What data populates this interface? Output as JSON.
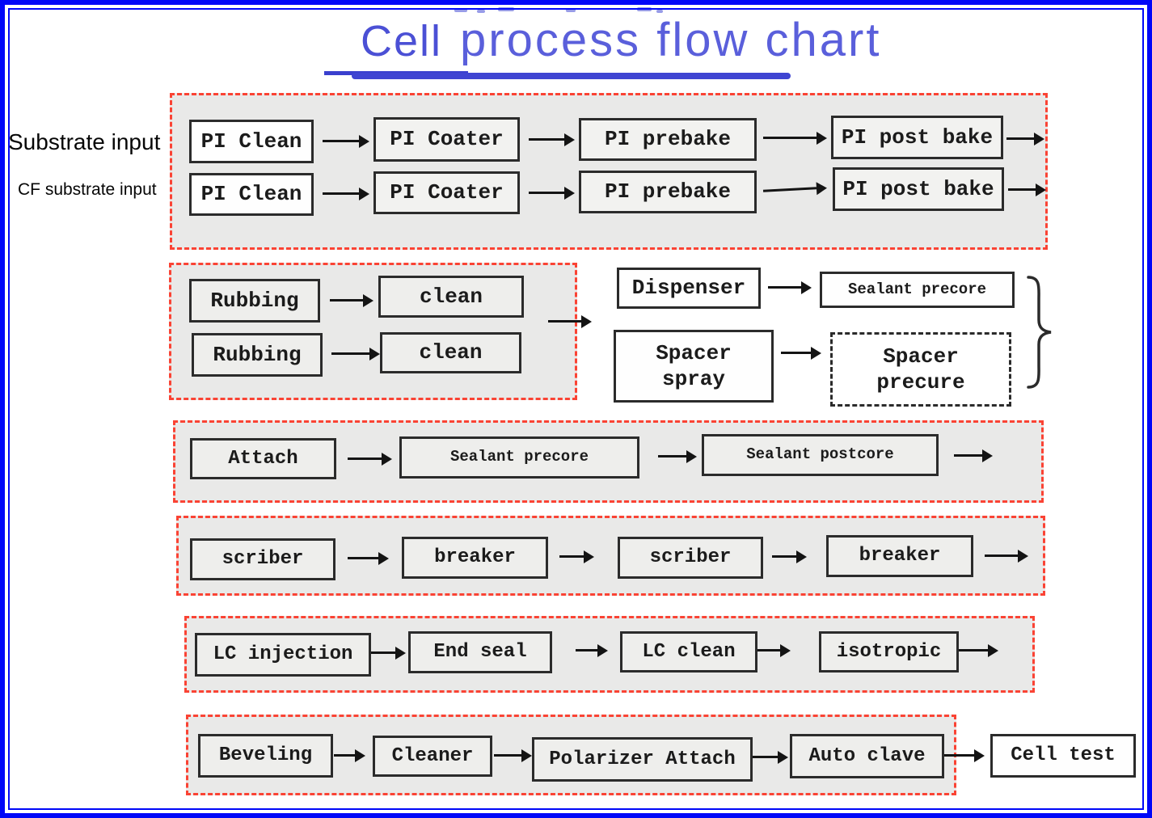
{
  "title": {
    "word1": "Cell",
    "word2": "process flow chart"
  },
  "side_labels": {
    "substrate": "Substrate input",
    "cf_substrate": "CF substrate input"
  },
  "pi_section": {
    "row1": [
      "PI Clean",
      "PI Coater",
      "PI prebake",
      "PI post bake"
    ],
    "row2": [
      "PI Clean",
      "PI Coater",
      "PI prebake",
      "PI post bake"
    ]
  },
  "rubbing_section": {
    "row1": [
      "Rubbing",
      "clean"
    ],
    "row2": [
      "Rubbing",
      "clean"
    ]
  },
  "seal_group": {
    "dispenser": "Dispenser",
    "sealant_precure": "Sealant precore",
    "spacer_spray": [
      "Spacer",
      "spray"
    ],
    "spacer_precure": [
      "Spacer",
      "precure"
    ]
  },
  "attach_section": [
    "Attach",
    "Sealant precore",
    "Sealant postcore"
  ],
  "scribe_section": [
    "scriber",
    "breaker",
    "scriber",
    "breaker"
  ],
  "lc_section": [
    "LC injection",
    "End seal",
    "LC clean",
    "isotropic"
  ],
  "final_section": [
    "Beveling",
    "Cleaner",
    "Polarizer Attach",
    "Auto clave"
  ],
  "cell_test": "Cell test",
  "colors": {
    "frame_blue": "#0007f8",
    "title_blue": "#5a5fdb",
    "underline_blue": "#3f45d2",
    "section_red": "#fa4334",
    "section_bg": "#e9e9e8",
    "box_border": "#2b2b2b",
    "arrow_black": "#141414"
  }
}
